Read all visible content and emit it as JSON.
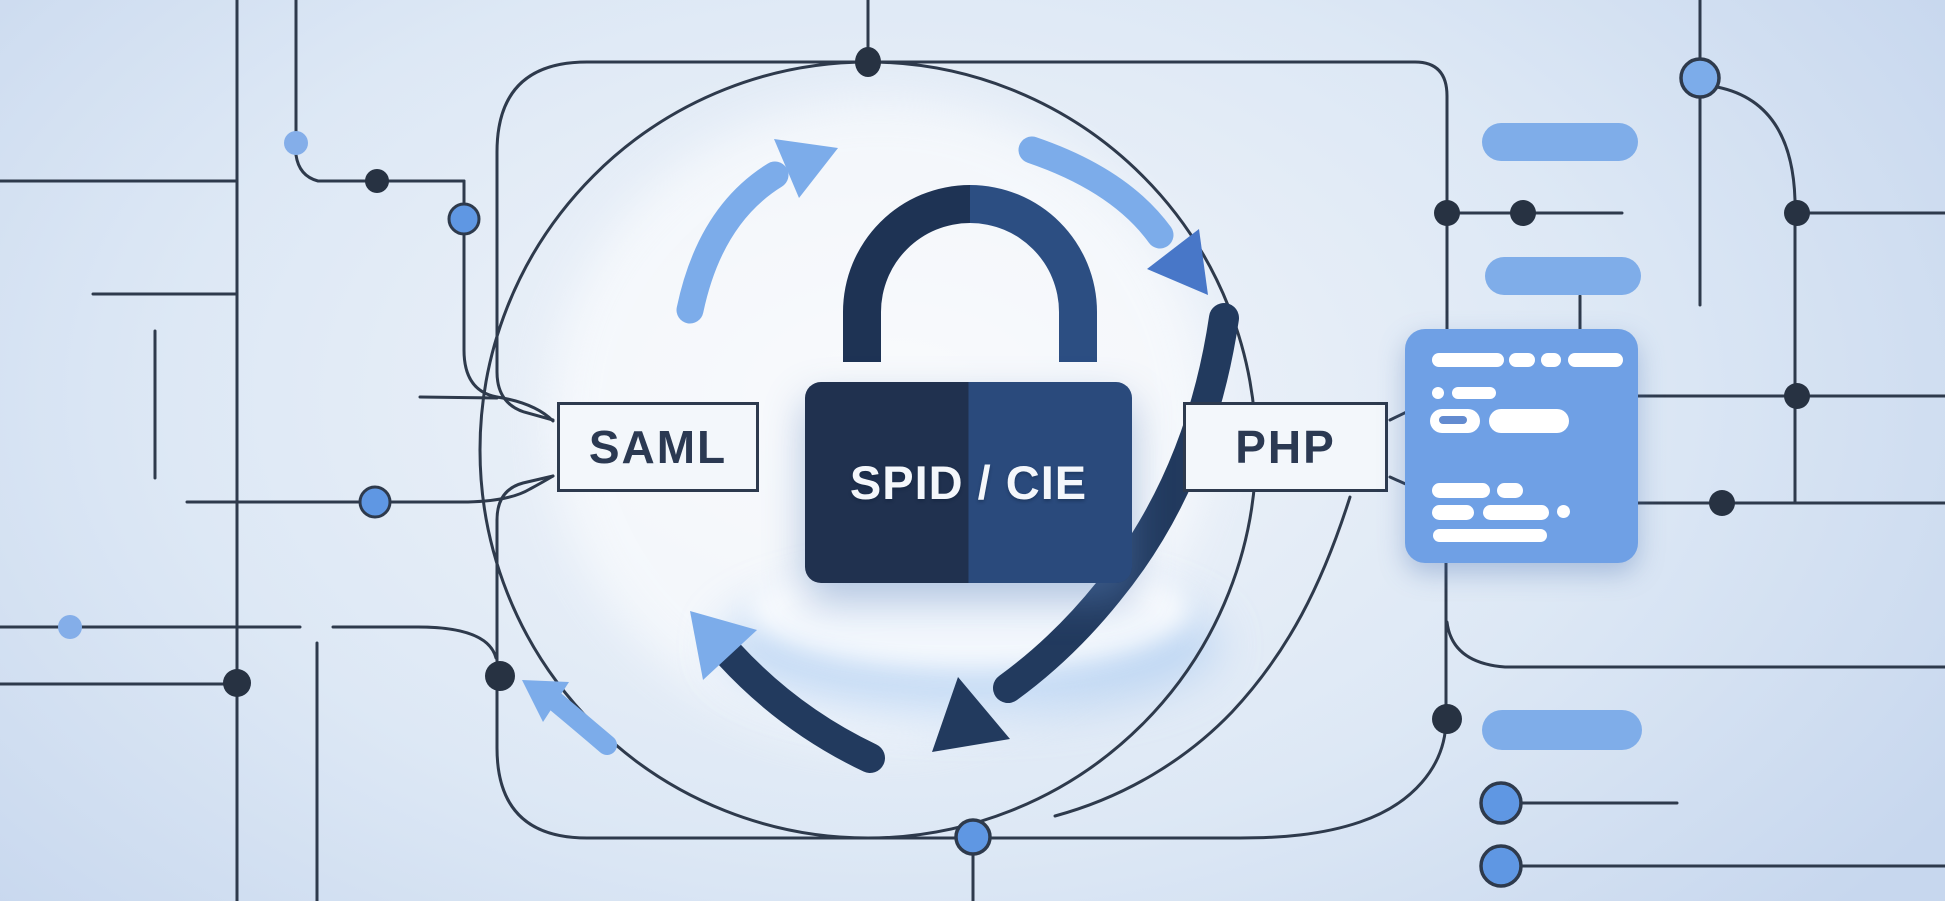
{
  "lock": {
    "label": "SPID / CIE"
  },
  "protocol_box_left": {
    "label": "SAML"
  },
  "protocol_box_right": {
    "label": "PHP"
  },
  "colors": {
    "bg_center": "#f2f5fa",
    "bg_mid": "#dde8f5",
    "bg_edge": "#c7d7ee",
    "line": "#2e3a4c",
    "node_dark": "#273242",
    "node_light": "#84aee9",
    "node_fill": "#5f97e3",
    "lock_body_left": "#20314f",
    "lock_body_right": "#2a4a7c",
    "shackle_left": "#1e3354",
    "shackle_right": "#2c4e82",
    "arrow_light": "#7cacea",
    "arrow_mid": "#4877c8",
    "arrow_dark": "#223a5e",
    "card_blue": "#6fa0e5",
    "pill_blue": "#7fade9",
    "box_bg": "#f3f7fb",
    "box_border": "#2d3a4e",
    "box_text": "#2b3952",
    "lock_text": "#f4f7fb",
    "code_bar": "#ffffff"
  },
  "icons": {
    "padlock": "two-tone padlock glyph",
    "rotation_arrows": "clockwise circular refresh arrows",
    "code_card": "code snippet card with line bars",
    "circuit_nodes": "circuit connection dots"
  }
}
